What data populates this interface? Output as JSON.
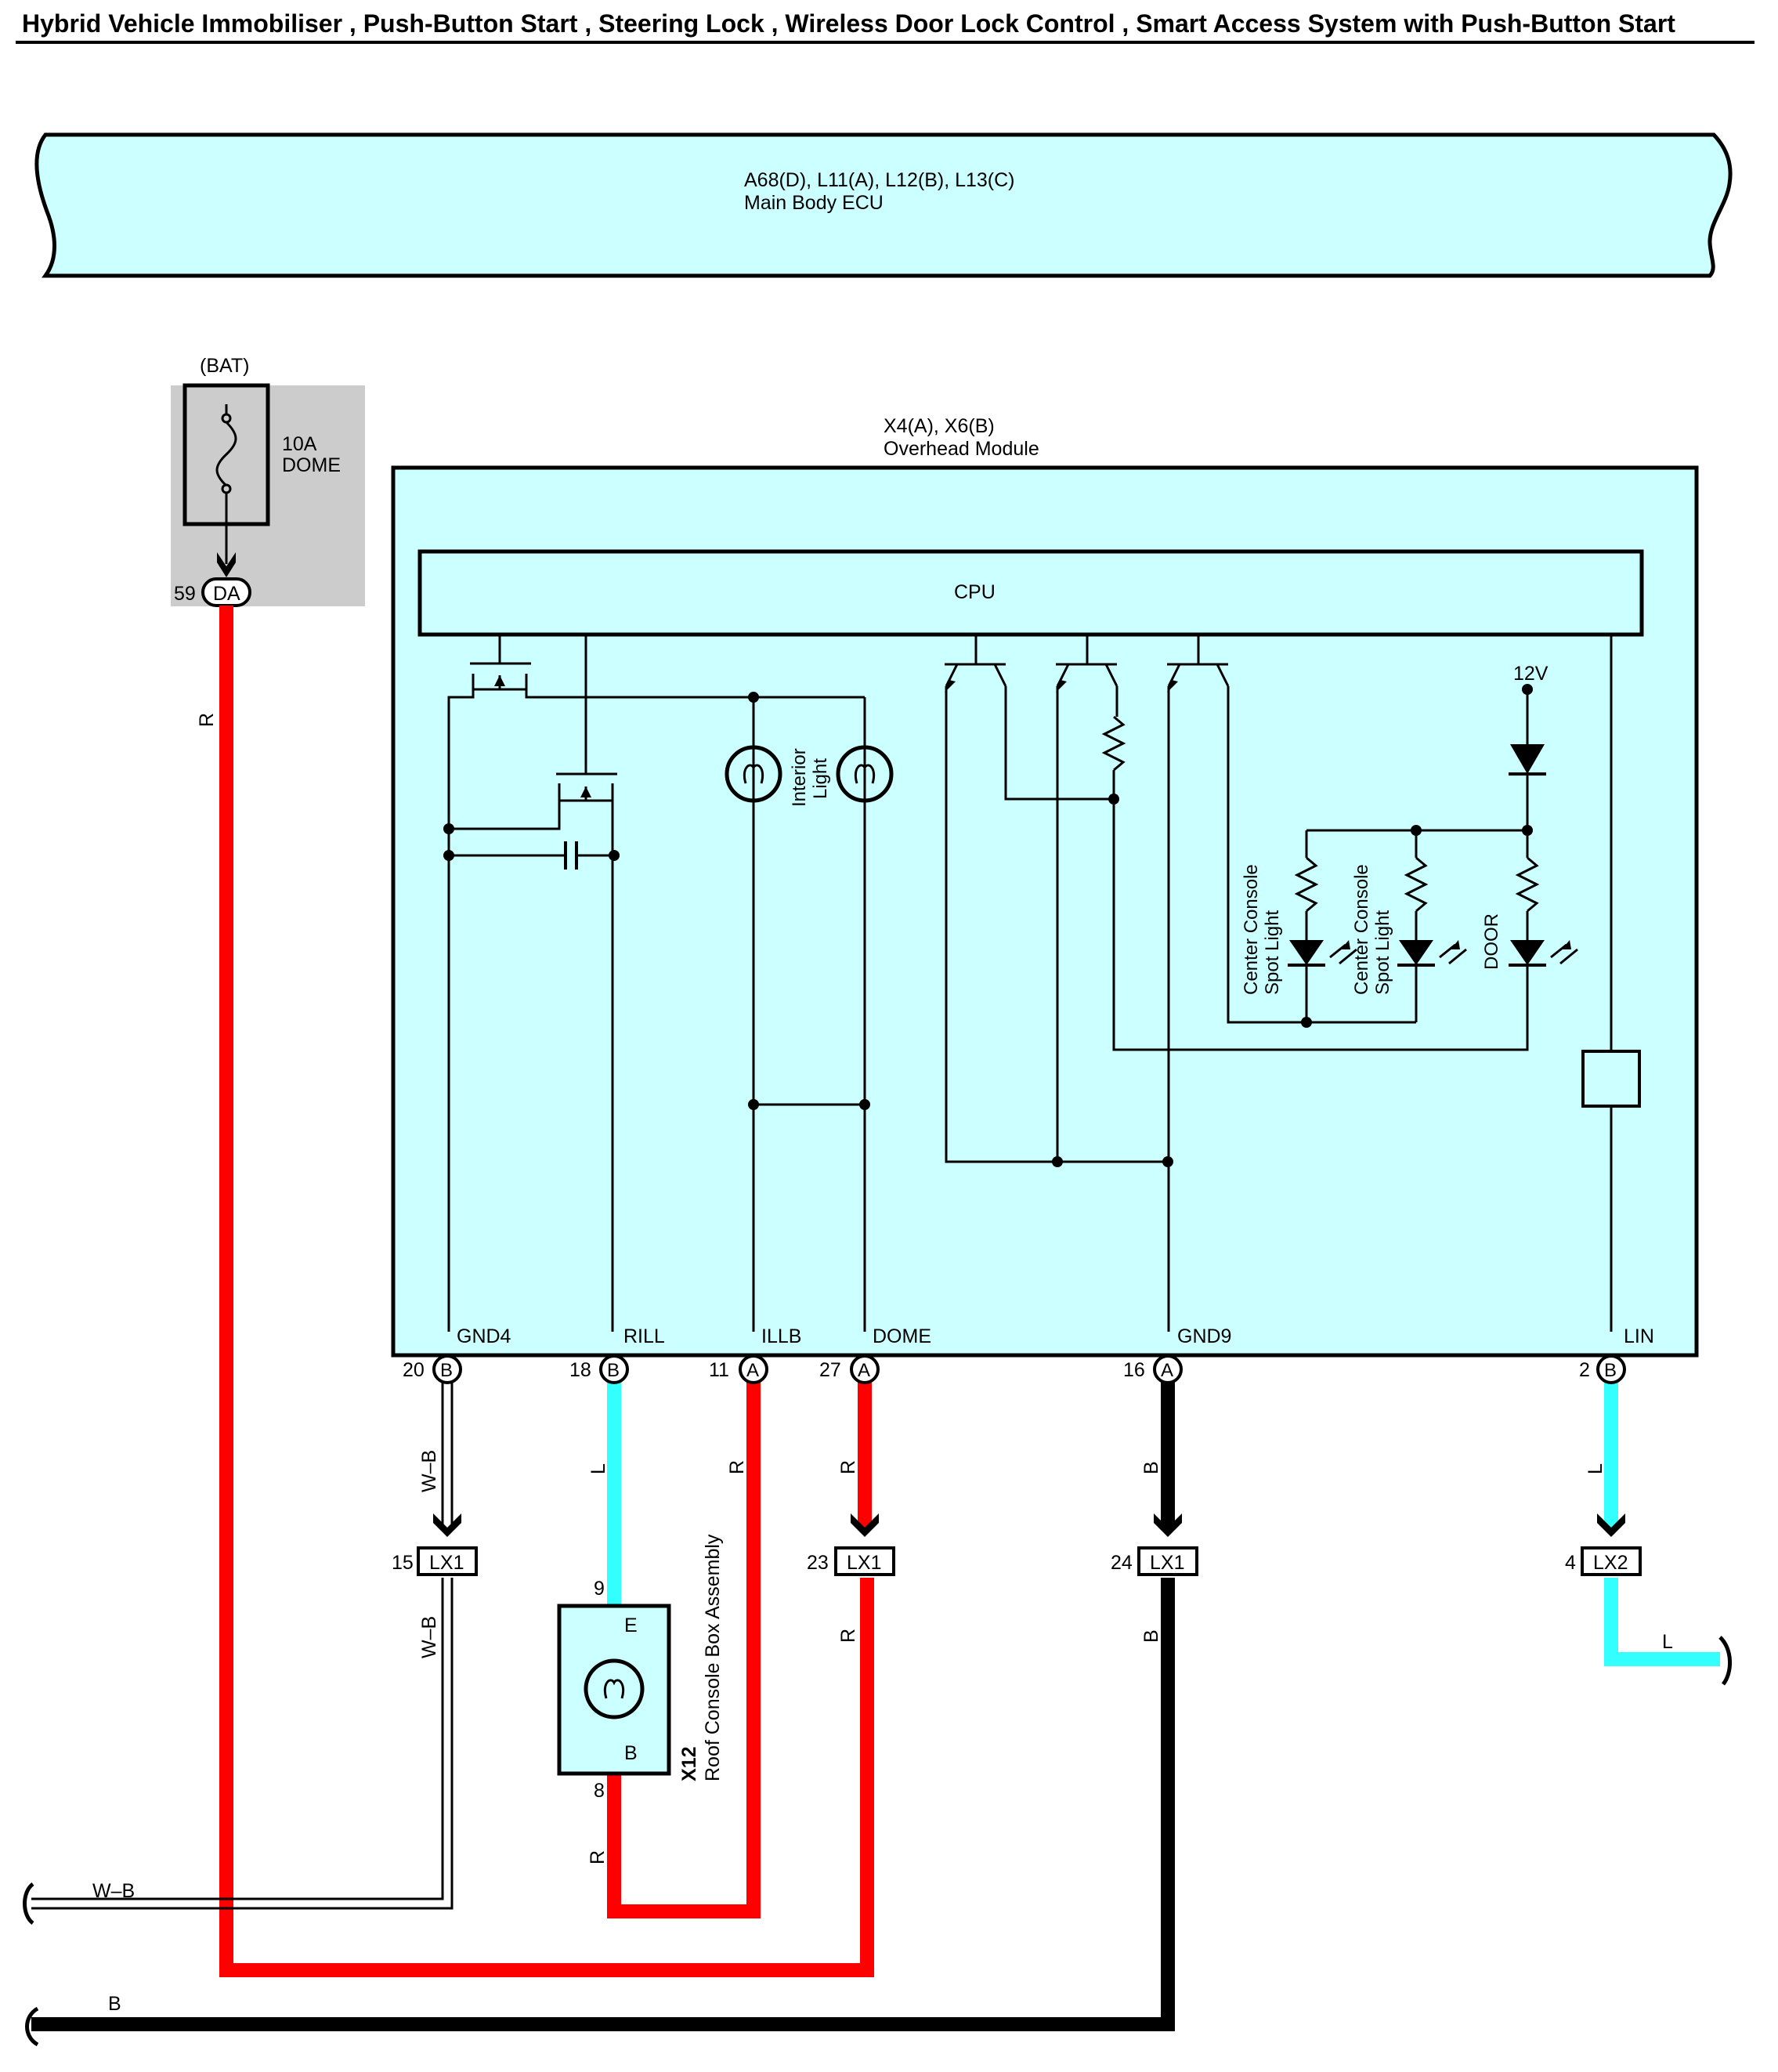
{
  "title": "Hybrid Vehicle Immobiliser , Push-Button Start , Steering Lock , Wireless Door Lock Control , Smart Access System with Push-Button Start",
  "main_body_ecu": {
    "code": "A68(D), L11(A), L12(B), L13(C)",
    "name": "Main Body ECU"
  },
  "fuse": {
    "source": "(BAT)",
    "rating": "10A",
    "name": "DOME",
    "pin_no": "59",
    "pin_code": "DA"
  },
  "overhead_module": {
    "code": "X4(A), X6(B)",
    "name": "Overhead Module",
    "cpu_label": "CPU",
    "supply_label": "12V"
  },
  "internal_labels": {
    "interior_light": [
      "Interior",
      "Light"
    ],
    "spot_light_1": [
      "Center Console",
      "Spot Light"
    ],
    "spot_light_2": [
      "Center Console",
      "Spot Light"
    ],
    "door_led": "DOOR"
  },
  "terminals": [
    {
      "name": "GND4",
      "pin_no": "20",
      "pin_code": "B"
    },
    {
      "name": "RILL",
      "pin_no": "18",
      "pin_code": "B"
    },
    {
      "name": "ILLB",
      "pin_no": "11",
      "pin_code": "A"
    },
    {
      "name": "DOME",
      "pin_no": "27",
      "pin_code": "A"
    },
    {
      "name": "GND9",
      "pin_no": "16",
      "pin_code": "A"
    },
    {
      "name": "LIN",
      "pin_no": "2",
      "pin_code": "B"
    }
  ],
  "junctions": [
    {
      "pin_no": "15",
      "code": "LX1"
    },
    {
      "pin_no": "23",
      "code": "LX1"
    },
    {
      "pin_no": "24",
      "code": "LX1"
    },
    {
      "pin_no": "4",
      "code": "LX2"
    }
  ],
  "roof_console": {
    "code": "X12",
    "name": "Roof Console Box Assembly",
    "pin_top": "9",
    "pin_bottom": "8",
    "term_top": "E",
    "term_bottom": "B"
  },
  "wire_colors": {
    "r_battery": "R",
    "wb_upper": "W–B",
    "wb_lower": "W–B",
    "l_rill": "L",
    "r_illb": "R",
    "r_dome_upper": "R",
    "r_dome_lower": "R",
    "r_x12": "R",
    "b_upper": "B",
    "b_lower": "B",
    "l_lin_upper": "L",
    "l_lin_lower": "L",
    "wb_end": "W–B",
    "b_end": "B"
  },
  "colors": {
    "red_wire": "#ff0000",
    "blue_wire": "#33ffff",
    "black_wire": "#000000",
    "module_fill": "#ccffff",
    "fuse_fill": "#cccccc"
  }
}
